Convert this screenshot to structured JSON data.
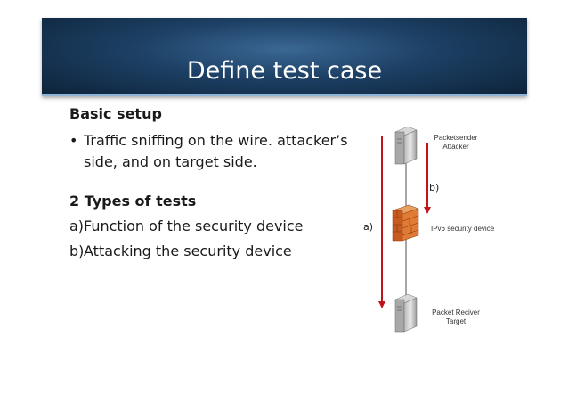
{
  "slide": {
    "title": "Define test case",
    "basic_setup_heading": "Basic setup",
    "bullet_symbol": "•",
    "bullet_text": "Traffic sniffing on the wire. attacker’s side, and on target side.",
    "types_heading": "2 Types of tests",
    "test_types": [
      {
        "marker": "a)",
        "label": "Function of the security device"
      },
      {
        "marker": "b)",
        "label": "Attacking the security device"
      }
    ]
  },
  "diagram": {
    "top_node_line1": "Packetsender",
    "top_node_line2": "Attacker",
    "middle_node": "IPv6 security device",
    "bottom_node_line1": "Packet Reciver",
    "bottom_node_line2": "Target",
    "arrow_a_label": "a)",
    "arrow_b_label": "b)",
    "arrow_color": "#c0141a"
  }
}
